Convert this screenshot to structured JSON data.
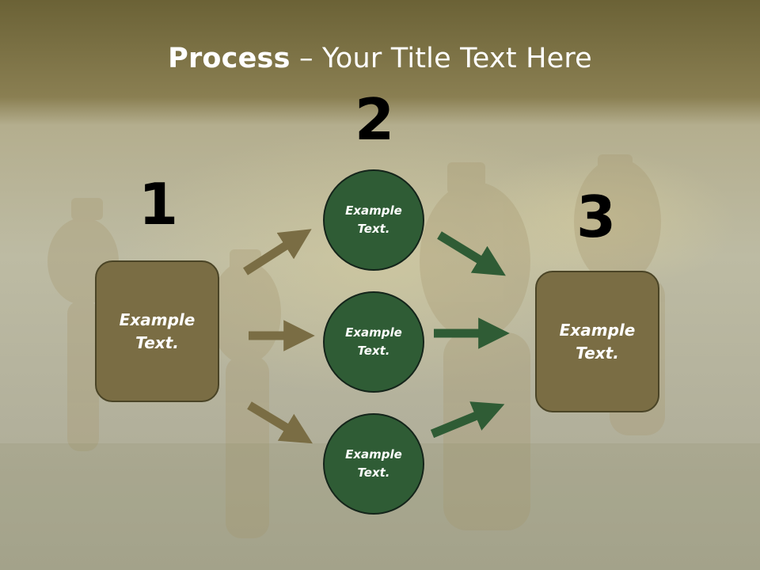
{
  "title": {
    "bold": "Process",
    "rest": " – Your Title Text Here"
  },
  "steps": {
    "one": "1",
    "two": "2",
    "three": "3"
  },
  "left_box": {
    "text": "Example Text."
  },
  "right_box": {
    "text": "Example Text."
  },
  "circles": [
    {
      "text": "Example Text."
    },
    {
      "text": "Example Text."
    },
    {
      "text": "Example Text."
    }
  ],
  "colors": {
    "box_fill": "#7a6d44",
    "circle_fill": "#2f5c35",
    "arrow_left": "#7a6d44",
    "arrow_right": "#2f5c35"
  }
}
